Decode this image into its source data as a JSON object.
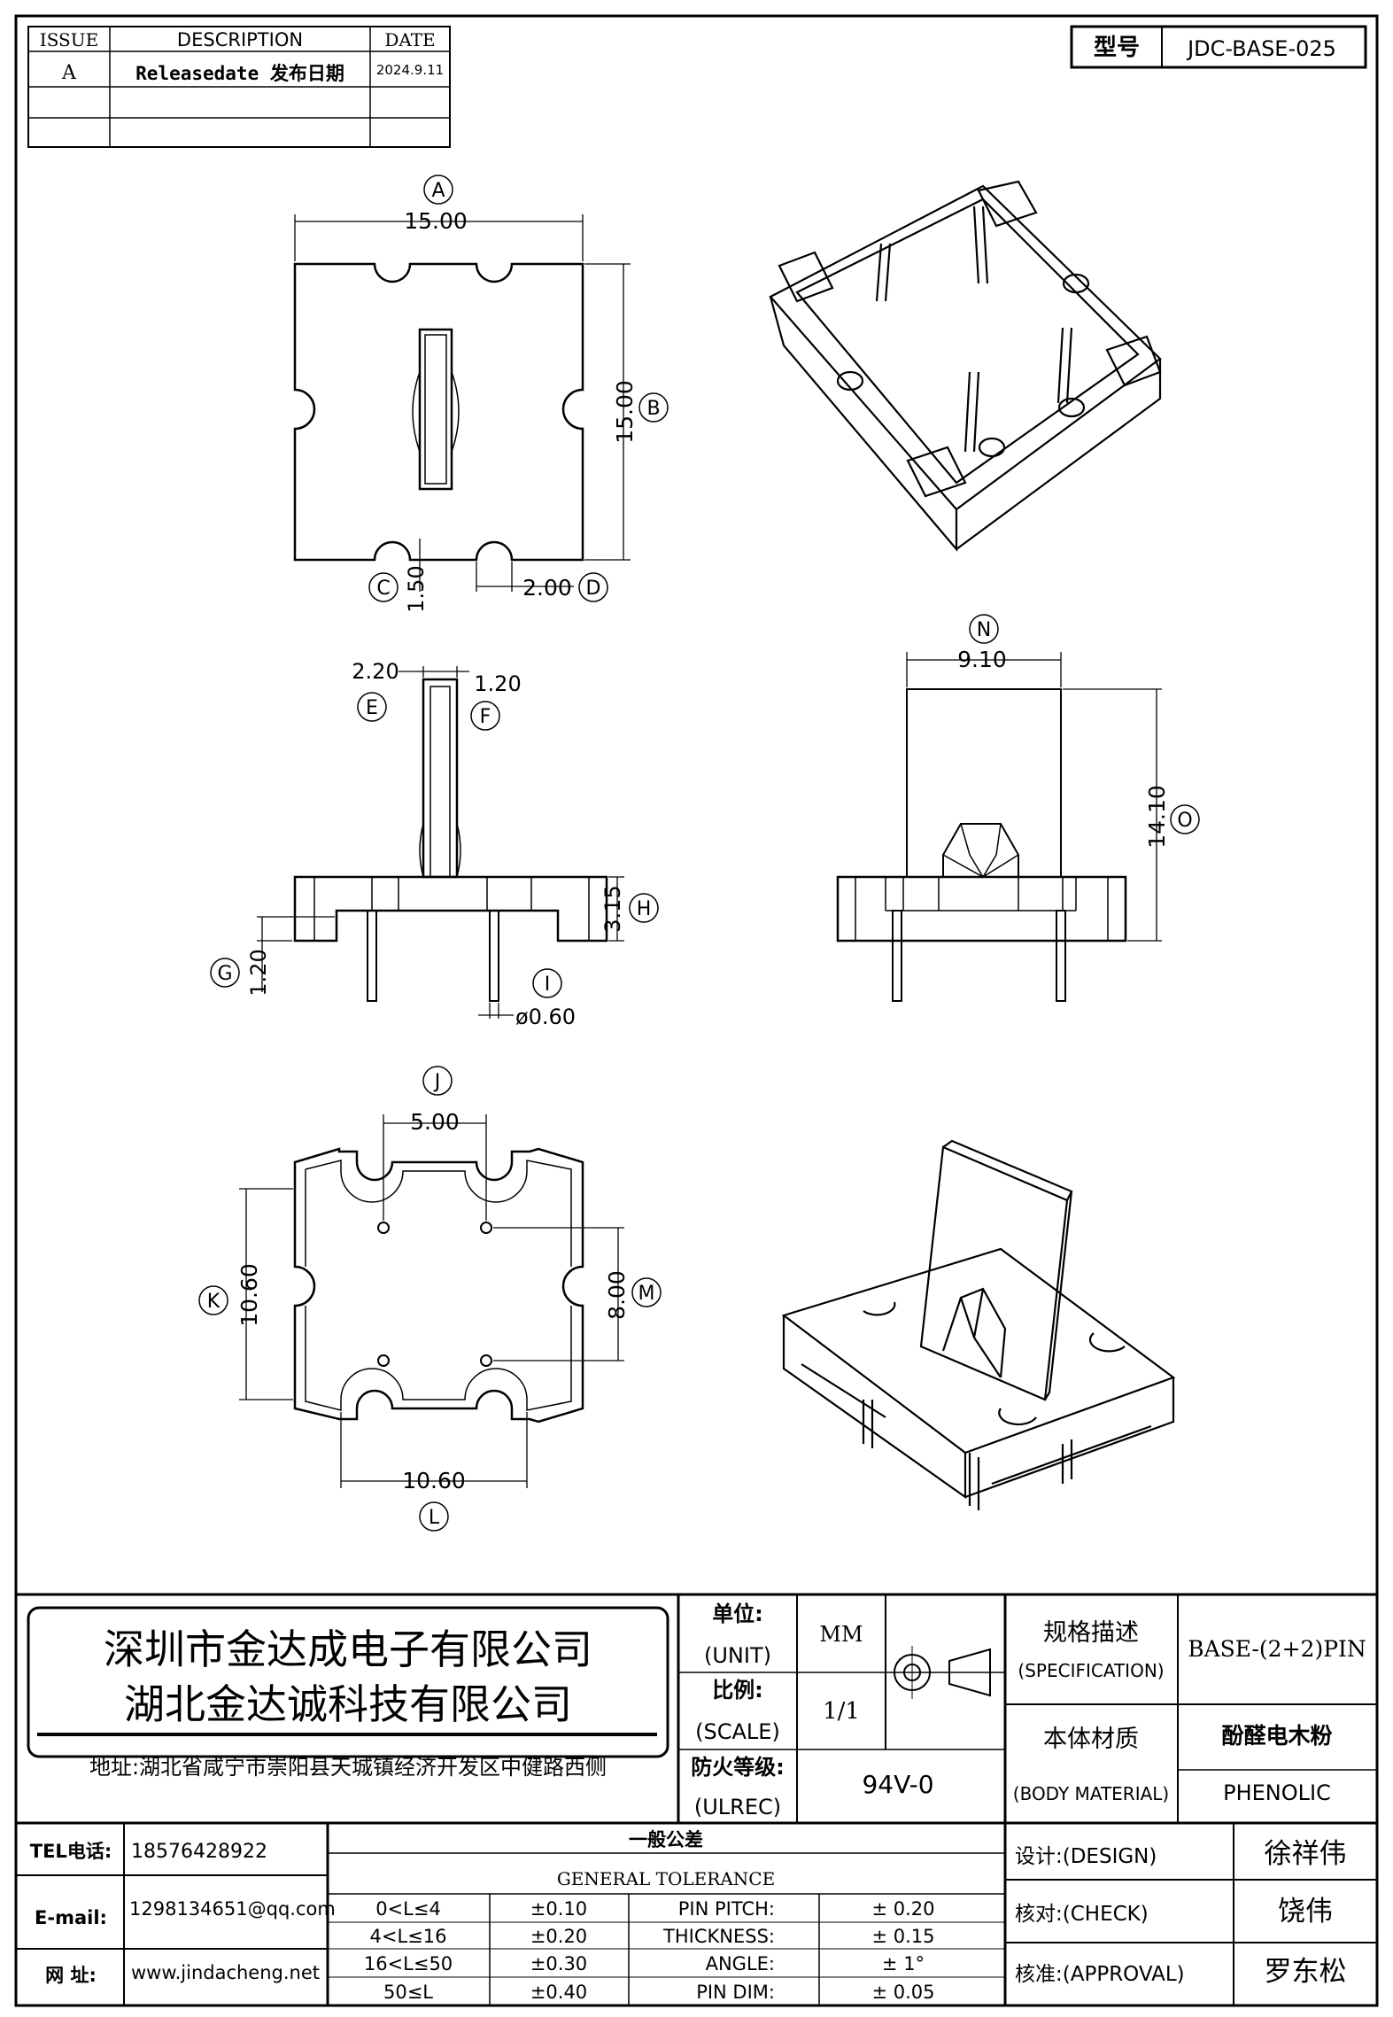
{
  "revision_table": {
    "headers": {
      "issue": "ISSUE",
      "description": "DESCRIPTION",
      "date": "DATE"
    },
    "rows": [
      {
        "issue": "A",
        "description": "Releasedate 发布日期",
        "date": "2024.9.11"
      }
    ]
  },
  "model": {
    "label": "型号",
    "value": "JDC-BASE-025"
  },
  "views": {
    "top": {
      "tag_a": "A",
      "dim_a": "15.00",
      "tag_b": "B",
      "dim_b": "15.00",
      "tag_c": "C",
      "dim_c": "1.50",
      "tag_d": "D",
      "dim_d": "2.00"
    },
    "side": {
      "dim_e": "2.20",
      "tag_e": "E",
      "dim_f": "1.20",
      "tag_f": "F",
      "tag_h": "H",
      "dim_h": "3.15",
      "tag_g": "G",
      "dim_g": "1.20",
      "tag_i": "I",
      "dim_i": "ø0.60"
    },
    "front": {
      "tag_n": "N",
      "dim_n": "9.10",
      "tag_o": "O",
      "dim_o": "14.10"
    },
    "bottom": {
      "tag_j": "J",
      "dim_j": "5.00",
      "tag_k": "K",
      "dim_k": "10.60",
      "tag_m": "M",
      "dim_m": "8.00",
      "dim_l": "10.60",
      "tag_l": "L"
    }
  },
  "title_block": {
    "company_1": "深圳市金达成电子有限公司",
    "company_2": "湖北金达诚科技有限公司",
    "address": "地址:湖北省咸宁市崇阳县天城镇经济开发区中健路西侧",
    "unit_label_cn": "单位:",
    "unit_label_en": "(UNIT)",
    "unit_value": "MM",
    "scale_label_cn": "比例:",
    "scale_label_en": "(SCALE)",
    "scale_value": "1/1",
    "fire_label_cn": "防火等级:",
    "fire_label_en": "(ULREC)",
    "fire_value": "94V-0",
    "spec_label_cn": "规格描述",
    "spec_label_en": "(SPECIFICATION)",
    "spec_value": "BASE-(2+2)PIN",
    "material_label_cn": "本体材质",
    "material_label_en": "(BODY MATERIAL)",
    "material_value_cn": "酚醛电木粉",
    "material_value_en": "PHENOLIC",
    "tel_label": "TEL电话:",
    "tel_value": "18576428922",
    "email_label": "E-mail:",
    "email_value": "1298134651@qq.com",
    "web_label": "网  址:",
    "web_value": "www.jindacheng.net",
    "tol_title_cn": "一般公差",
    "tol_title_en": "GENERAL TOLERANCE",
    "tol_ranges": [
      {
        "range": "0<L≤4",
        "tol": "±0.10"
      },
      {
        "range": "4<L≤16",
        "tol": "±0.20"
      },
      {
        "range": "16<L≤50",
        "tol": "±0.30"
      },
      {
        "range": "50≤L",
        "tol": "±0.40"
      }
    ],
    "tol_items": [
      {
        "name": "PIN PITCH:",
        "value": "±  0.20"
      },
      {
        "name": "THICKNESS:",
        "value": "±  0.15"
      },
      {
        "name": "ANGLE:",
        "value": "±  1°"
      },
      {
        "name": "PIN DIM:",
        "value": "±  0.05"
      }
    ],
    "design_label": "设计:(DESIGN)",
    "design_value": "徐祥伟",
    "check_label": "核对:(CHECK)",
    "check_value": "饶伟",
    "approval_label": "核准:(APPROVAL)",
    "approval_value": "罗东松"
  }
}
